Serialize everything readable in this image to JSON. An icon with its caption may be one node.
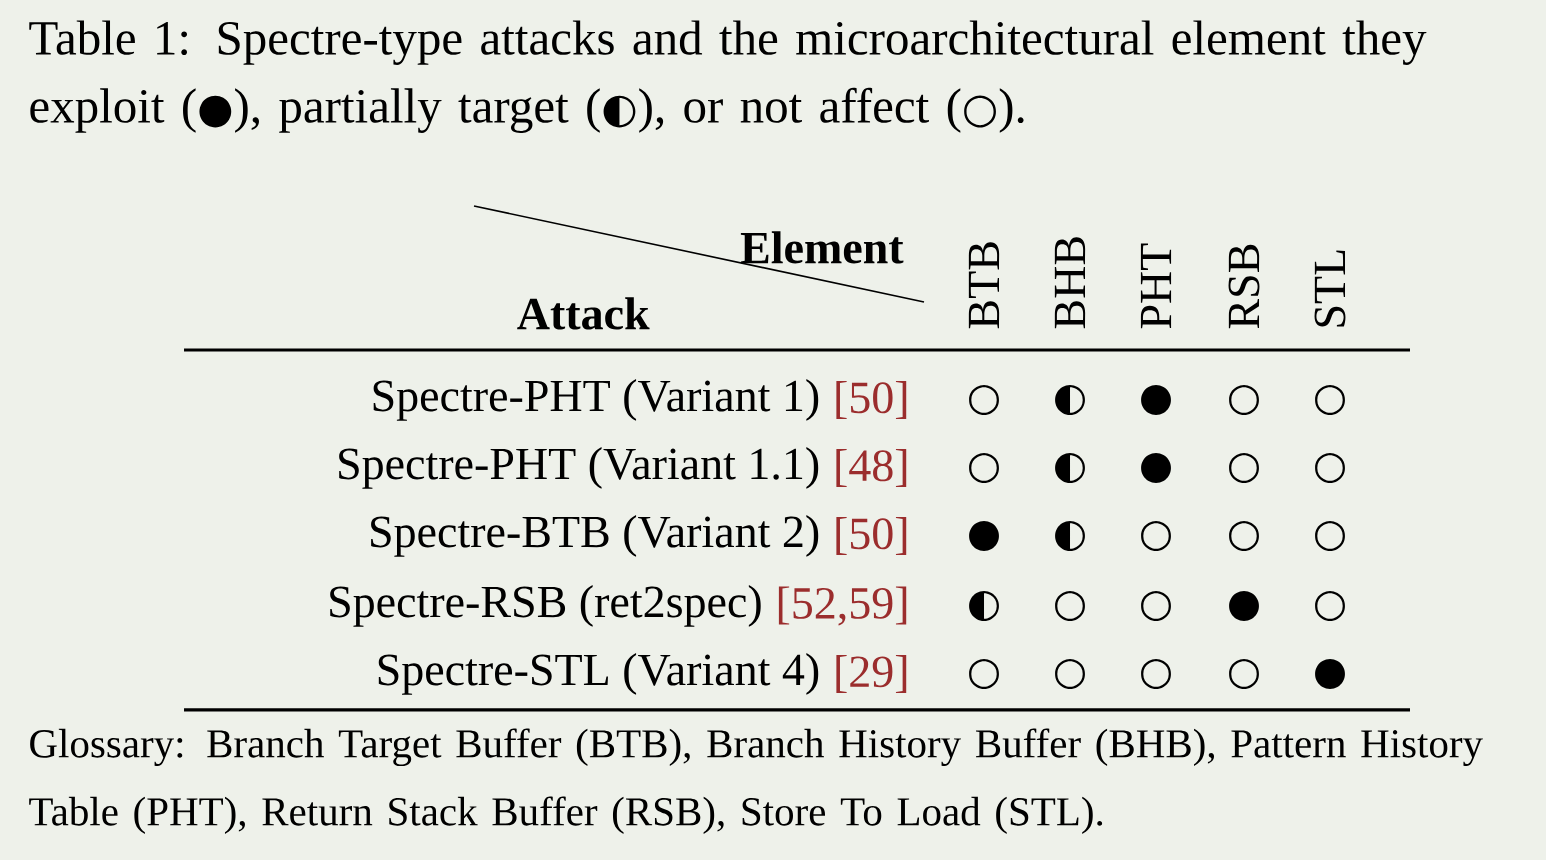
{
  "diagram": {
    "title": "Table 1: Spectre-type attacks and the microarchitectural element they exploit (●), partially target (◐), or not affect (○).",
    "labels": [
      "Element",
      "Attack",
      "BTB",
      "BHB",
      "PHT",
      "RSB",
      "STL",
      "Spectre-PHT (Variant 1)",
      "[50]",
      "○",
      "◐",
      "●",
      "○",
      "○",
      "Spectre-PHT (Variant 1.1)",
      "[48]",
      "○",
      "◐",
      "●",
      "○",
      "○",
      "Spectre-BTB (Variant 2)",
      "[50]",
      "●",
      "◐",
      "○",
      "○",
      "○",
      "Spectre-RSB (ret2spec)",
      "[52,59]",
      "◐",
      "○",
      "○",
      "●",
      "○",
      "Spectre-STL (Variant 4)",
      "[29]",
      "○",
      "○",
      "○",
      "○",
      "●",
      "Glossary: Branch Target Buffer (BTB), Branch History Buffer (BHB), Pattern History Table (PHT), Return Stack Buffer (RSB), Store To Load (STL)."
    ]
  }
}
